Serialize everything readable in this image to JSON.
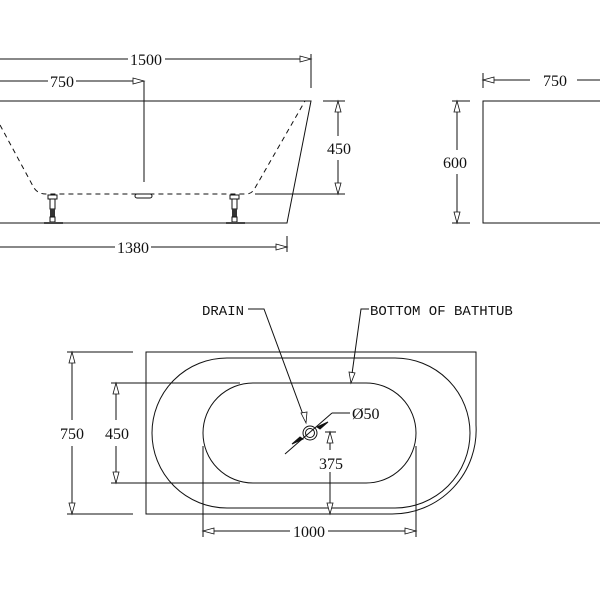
{
  "side_view": {
    "overall_length": "1500",
    "drain_offset": "750",
    "inner_depth": "450",
    "base_length": "1380"
  },
  "end_view": {
    "width": "750",
    "height": "600"
  },
  "top_view": {
    "drain_label": "DRAIN",
    "bottom_label": "BOTTOM OF BATHTUB",
    "overall_width": "750",
    "bottom_width": "450",
    "drain_diameter": "Ø50",
    "drain_from_edge": "375",
    "bottom_length": "1000"
  },
  "colors": {
    "line": "#111111",
    "background": "#ffffff"
  }
}
